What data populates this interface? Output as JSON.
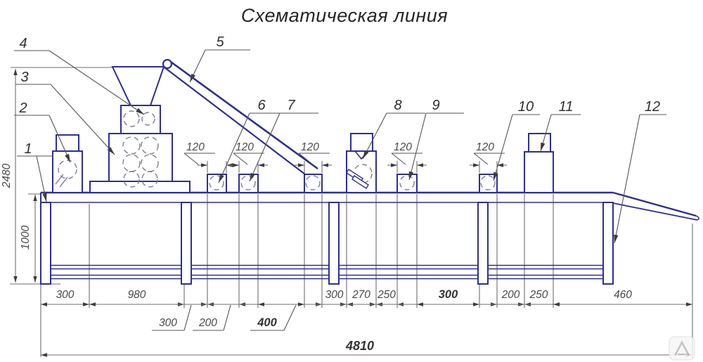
{
  "title": "Схематическая линия",
  "parts": [
    "1",
    "2",
    "3",
    "4",
    "5",
    "6",
    "7",
    "8",
    "9",
    "10",
    "11",
    "12"
  ],
  "dimensions": {
    "overall_height": "2480",
    "frame_height": "1000",
    "roller_width": "120",
    "chain": [
      "300",
      "980",
      "300",
      "200",
      "400",
      "300",
      "270",
      "250",
      "300",
      "200",
      "250",
      "460"
    ],
    "overall_length": "4810"
  },
  "colors": {
    "drawing_line": "#2e2e95",
    "dimension_line": "#6e6e6e",
    "text": "#3f3f3f"
  }
}
